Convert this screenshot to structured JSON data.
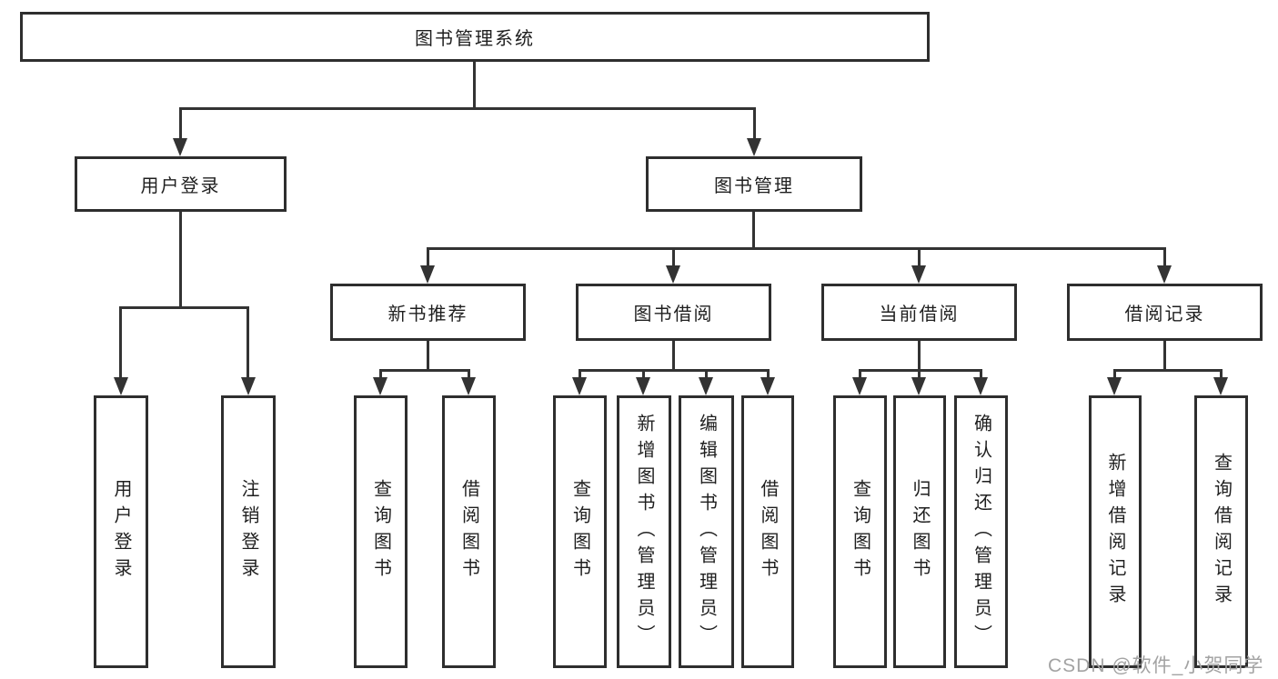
{
  "diagram_title": "图书管理系统",
  "nodes": {
    "root": "图书管理系统",
    "user_login": "用户登录",
    "book_management": "图书管理",
    "new_book_recommend": "新书推荐",
    "book_borrowing": "图书借阅",
    "current_borrowing": "当前借阅",
    "borrowing_records": "借阅记录",
    "leaf_user_login": "用户登录",
    "leaf_logout": "注销登录",
    "leaf_nbr_query_books": "查询图书",
    "leaf_nbr_borrow_books": "借阅图书",
    "leaf_bb_query_books": "查询图书",
    "leaf_bb_add_books_admin": "新增图书（管理员）",
    "leaf_bb_edit_books_admin": "编辑图书（管理员）",
    "leaf_bb_borrow_books": "借阅图书",
    "leaf_cb_query_books": "查询图书",
    "leaf_cb_return_books": "归还图书",
    "leaf_cb_confirm_return_admin": "确认归还（管理员）",
    "leaf_br_add_record": "新增借阅记录",
    "leaf_br_query_record": "查询借阅记录"
  },
  "watermark": "CSDN @软件_小贺同学",
  "colors": {
    "line": "#333333",
    "border": "#2e2e2e",
    "text": "#1f1f1f",
    "watermark": "#a3a3a3",
    "background": "#ffffff"
  }
}
